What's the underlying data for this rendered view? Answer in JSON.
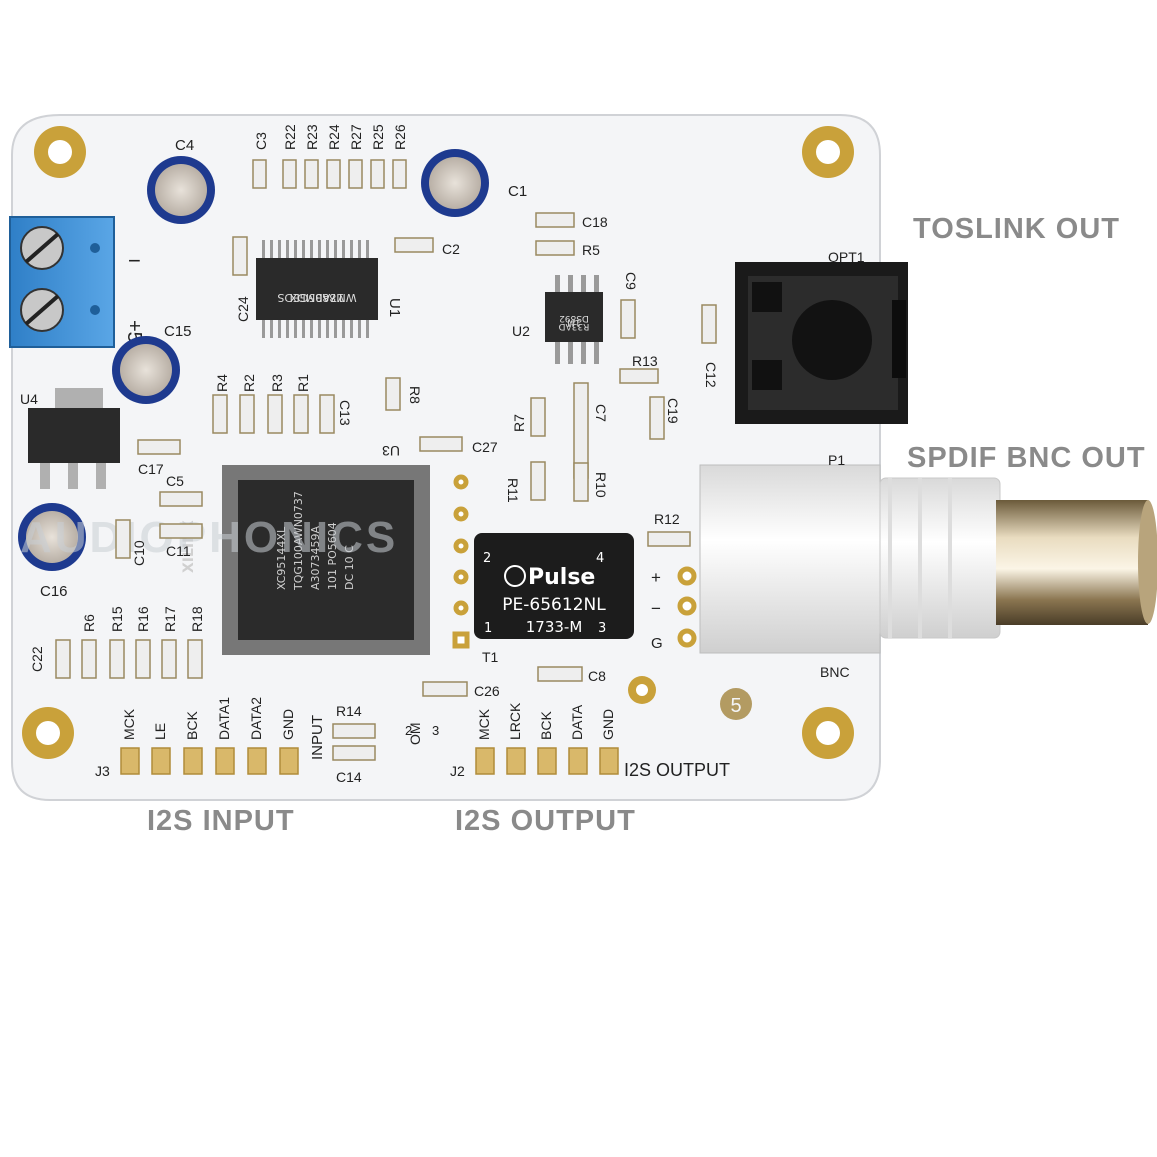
{
  "callouts": {
    "toslink": "TOSLINK OUT",
    "spdif": "SPDIF BNC OUT",
    "i2s_input": "I2S INPUT",
    "i2s_output": "I2S OUTPUT"
  },
  "board": {
    "watermark": "AUDIOPHONICS",
    "refs": {
      "u1": "U1",
      "u2": "U2",
      "u3": "U3",
      "u4": "U4",
      "t1": "T1",
      "opt1": "OPT1",
      "p1": "P1",
      "bnc": "BNC",
      "j2": "J2",
      "j3": "J3",
      "c1": "C1",
      "c2": "C2",
      "c3": "C3",
      "c4": "C4",
      "c5": "C5",
      "c7": "C7",
      "c8": "C8",
      "c9": "C9",
      "c10": "C10",
      "c11": "C11",
      "c12": "C12",
      "c13": "C13",
      "c14": "C14",
      "c15": "C15",
      "c16": "C16",
      "c17": "C17",
      "c18": "C18",
      "c19": "C19",
      "c22": "C22",
      "c24": "C24",
      "c26": "C26",
      "c27": "C27",
      "r1": "R1",
      "r2": "R2",
      "r3": "R3",
      "r4": "R4",
      "r5": "R5",
      "r6": "R6",
      "r7": "R7",
      "r8": "R8",
      "r10": "R10",
      "r11": "R11",
      "r12": "R12",
      "r13": "R13",
      "r14": "R14",
      "r15": "R15",
      "r16": "R16",
      "r17": "R17",
      "r18": "R18",
      "r22": "R22",
      "r23": "R23",
      "r24": "R24",
      "r25": "R25",
      "r26": "R26",
      "r27": "R27",
      "minus": "−",
      "plus5": "+5",
      "plus": "+",
      "neg": "−",
      "g": "G",
      "input_label": "INPUT",
      "i2s_output_label": "I2S  OUTPUT",
      "om": "OM",
      "num2": "2",
      "num3": "3",
      "num5": "5"
    },
    "j3_pins": [
      "MCK",
      "LE",
      "BCK",
      "DATA1",
      "DATA2",
      "GND"
    ],
    "j2_pins": [
      "MCK",
      "LRCK",
      "BCK",
      "DATA",
      "GND"
    ],
    "ic_u1": {
      "line1": "WM8805GEDS",
      "line2": "17ABMDX"
    },
    "ic_u2": {
      "line1": "DS892",
      "line2": "1M",
      "line3": "R33AD"
    },
    "ic_u3": {
      "brand": "XILINX",
      "line1": "XC95144XL",
      "line2": "TQG100AWN0737",
      "line3": "A3073459A",
      "line4": "101   PO5604",
      "line5": "DC 10 C"
    },
    "pulse": {
      "brand": "Pulse",
      "part": "PE-65612NL",
      "code": "1733-M",
      "pin2": "2",
      "pin4": "4",
      "pin1": "1",
      "pin3": "3"
    }
  }
}
